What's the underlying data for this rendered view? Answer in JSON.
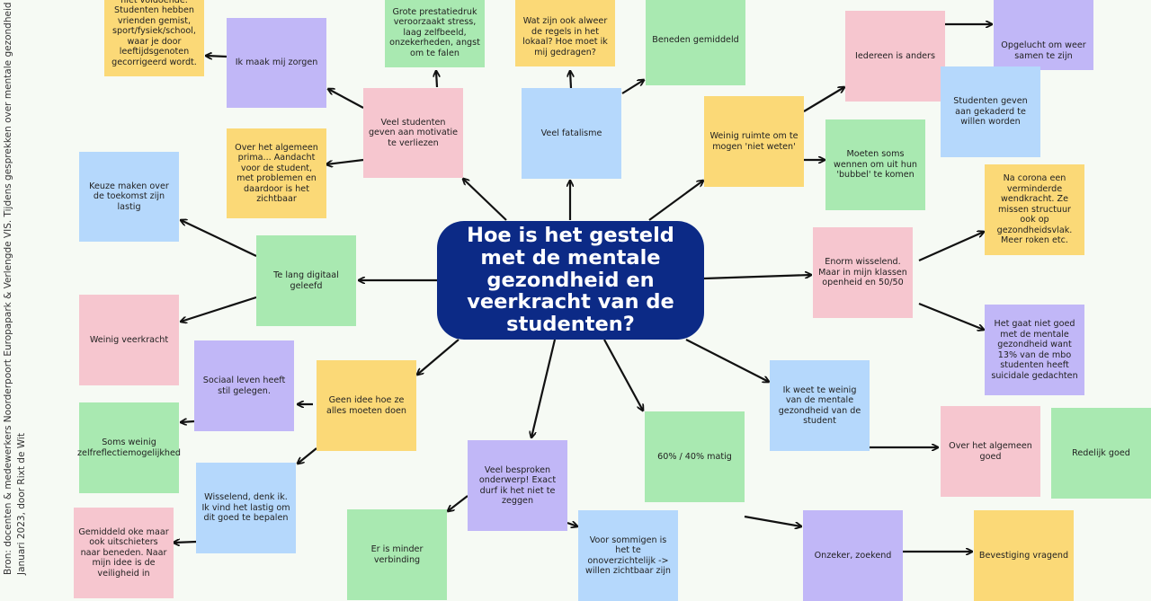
{
  "center_question": "Hoe is het gesteld met de mentale gezondheid en veerkracht van de studenten?",
  "credit": {
    "line1": "Bron: docenten & medewerkers Noorderpoort Europapark & Verlengde VIS. Tijdens gesprekken over mentale gezondheid & NEXT.",
    "line2": "Januari 2023, door Rixt de Wit"
  },
  "colors": {
    "yellow": "#fbd977",
    "green": "#a9e9b1",
    "pink": "#f6c6cf",
    "purple": "#c1b7f7",
    "blue": "#b5d8fc",
    "center": "#0c2a86"
  },
  "notes": [
    {
      "id": "niet-voldoende",
      "color": "yellow",
      "text": "niet voldoende. Studenten hebben vrienden gemist, sport/fysiek/school, waar je door leeftijdsgenoten gecorrigeerd wordt."
    },
    {
      "id": "ik-maak-mij-zorgen",
      "color": "purple",
      "text": "Ik maak mij zorgen"
    },
    {
      "id": "grote-prestatiedruk",
      "color": "green",
      "text": "Grote prestatiedruk veroorzaakt stress, laag zelfbeeld, onzekerheden, angst om te falen"
    },
    {
      "id": "motivatie-verliezen",
      "color": "pink",
      "text": "Veel studenten geven aan motivatie te verliezen"
    },
    {
      "id": "over-het-algemeen-prima",
      "color": "yellow",
      "text": "Over het algemeen prima... Aandacht voor de student, met problemen en daardoor is het zichtbaar"
    },
    {
      "id": "keuze-maken",
      "color": "blue",
      "text": "Keuze maken over de toekomst zijn lastig"
    },
    {
      "id": "regels-lokaal",
      "color": "yellow",
      "text": "Wat zijn ook alweer de regels in het lokaal? Hoe moet ik mij gedragen?"
    },
    {
      "id": "beneden-gemiddeld",
      "color": "green",
      "text": "Beneden gemiddeld"
    },
    {
      "id": "veel-fatalisme",
      "color": "blue",
      "text": "Veel fatalisme"
    },
    {
      "id": "weinig-ruimte",
      "color": "yellow",
      "text": "Weinig ruimte om te mogen 'niet weten'"
    },
    {
      "id": "iedereen-is-anders",
      "color": "pink",
      "text": "Iedereen is anders"
    },
    {
      "id": "opgelucht",
      "color": "purple",
      "text": "Opgelucht om weer samen te zijn"
    },
    {
      "id": "gekaderd",
      "color": "blue",
      "text": "Studenten geven aan gekaderd te willen worden"
    },
    {
      "id": "bubbel",
      "color": "green",
      "text": "Moeten soms wennen om uit hun 'bubbel' te komen"
    },
    {
      "id": "na-corona",
      "color": "yellow",
      "text": "Na corona een verminderde wendkracht. Ze missen structuur ook op gezondheidsvlak. Meer roken etc."
    },
    {
      "id": "enorm-wisselend",
      "color": "pink",
      "text": "Enorm wisselend. Maar in mijn klassen openheid en 50/50"
    },
    {
      "id": "niet-goed-13",
      "color": "purple",
      "text": "Het gaat niet goed met de mentale gezondheid want 13% van de mbo studenten heeft suicidale gedachten"
    },
    {
      "id": "te-weinig-weten",
      "color": "blue",
      "text": "Ik weet te weinig van de mentale gezondheid van de student"
    },
    {
      "id": "algemeen-goed",
      "color": "pink",
      "text": "Over het algemeen goed"
    },
    {
      "id": "redelijk-goed",
      "color": "green",
      "text": "Redelijk goed"
    },
    {
      "id": "zestig-veertig",
      "color": "green",
      "text": "60% / 40% matig"
    },
    {
      "id": "onzeker-zoekend",
      "color": "purple",
      "text": "Onzeker, zoekend"
    },
    {
      "id": "bevestiging-vragend",
      "color": "yellow",
      "text": "Bevestiging vragend"
    },
    {
      "id": "te-lang-digitaal",
      "color": "green",
      "text": "Te lang digitaal geleefd"
    },
    {
      "id": "weinig-veerkracht",
      "color": "pink",
      "text": "Weinig veerkracht"
    },
    {
      "id": "sociaal-leven",
      "color": "purple",
      "text": "Sociaal leven heeft stil gelegen."
    },
    {
      "id": "geen-idee",
      "color": "yellow",
      "text": "Geen idee hoe ze alles moeten doen"
    },
    {
      "id": "zelfreflectie",
      "color": "green",
      "text": "Soms weinig zelfreflectiemogelijkhed"
    },
    {
      "id": "wisselend-denk-ik",
      "color": "blue",
      "text": "Wisselend, denk ik. Ik vind het lastig om dit goed te bepalen"
    },
    {
      "id": "gemiddeld-oke",
      "color": "pink",
      "text": "Gemiddeld oke maar ook uitschieters naar beneden. Naar mijn idee is de veiligheid in"
    },
    {
      "id": "veel-besproken",
      "color": "purple",
      "text": "Veel besproken onderwerp! Exact durf ik het niet te zeggen"
    },
    {
      "id": "minder-verbinding",
      "color": "green",
      "text": "Er is minder verbinding"
    },
    {
      "id": "onoverzichtelijk",
      "color": "blue",
      "text": "Voor sommigen is het te onoverzichtelijk -> willen zichtbaar zijn"
    }
  ]
}
